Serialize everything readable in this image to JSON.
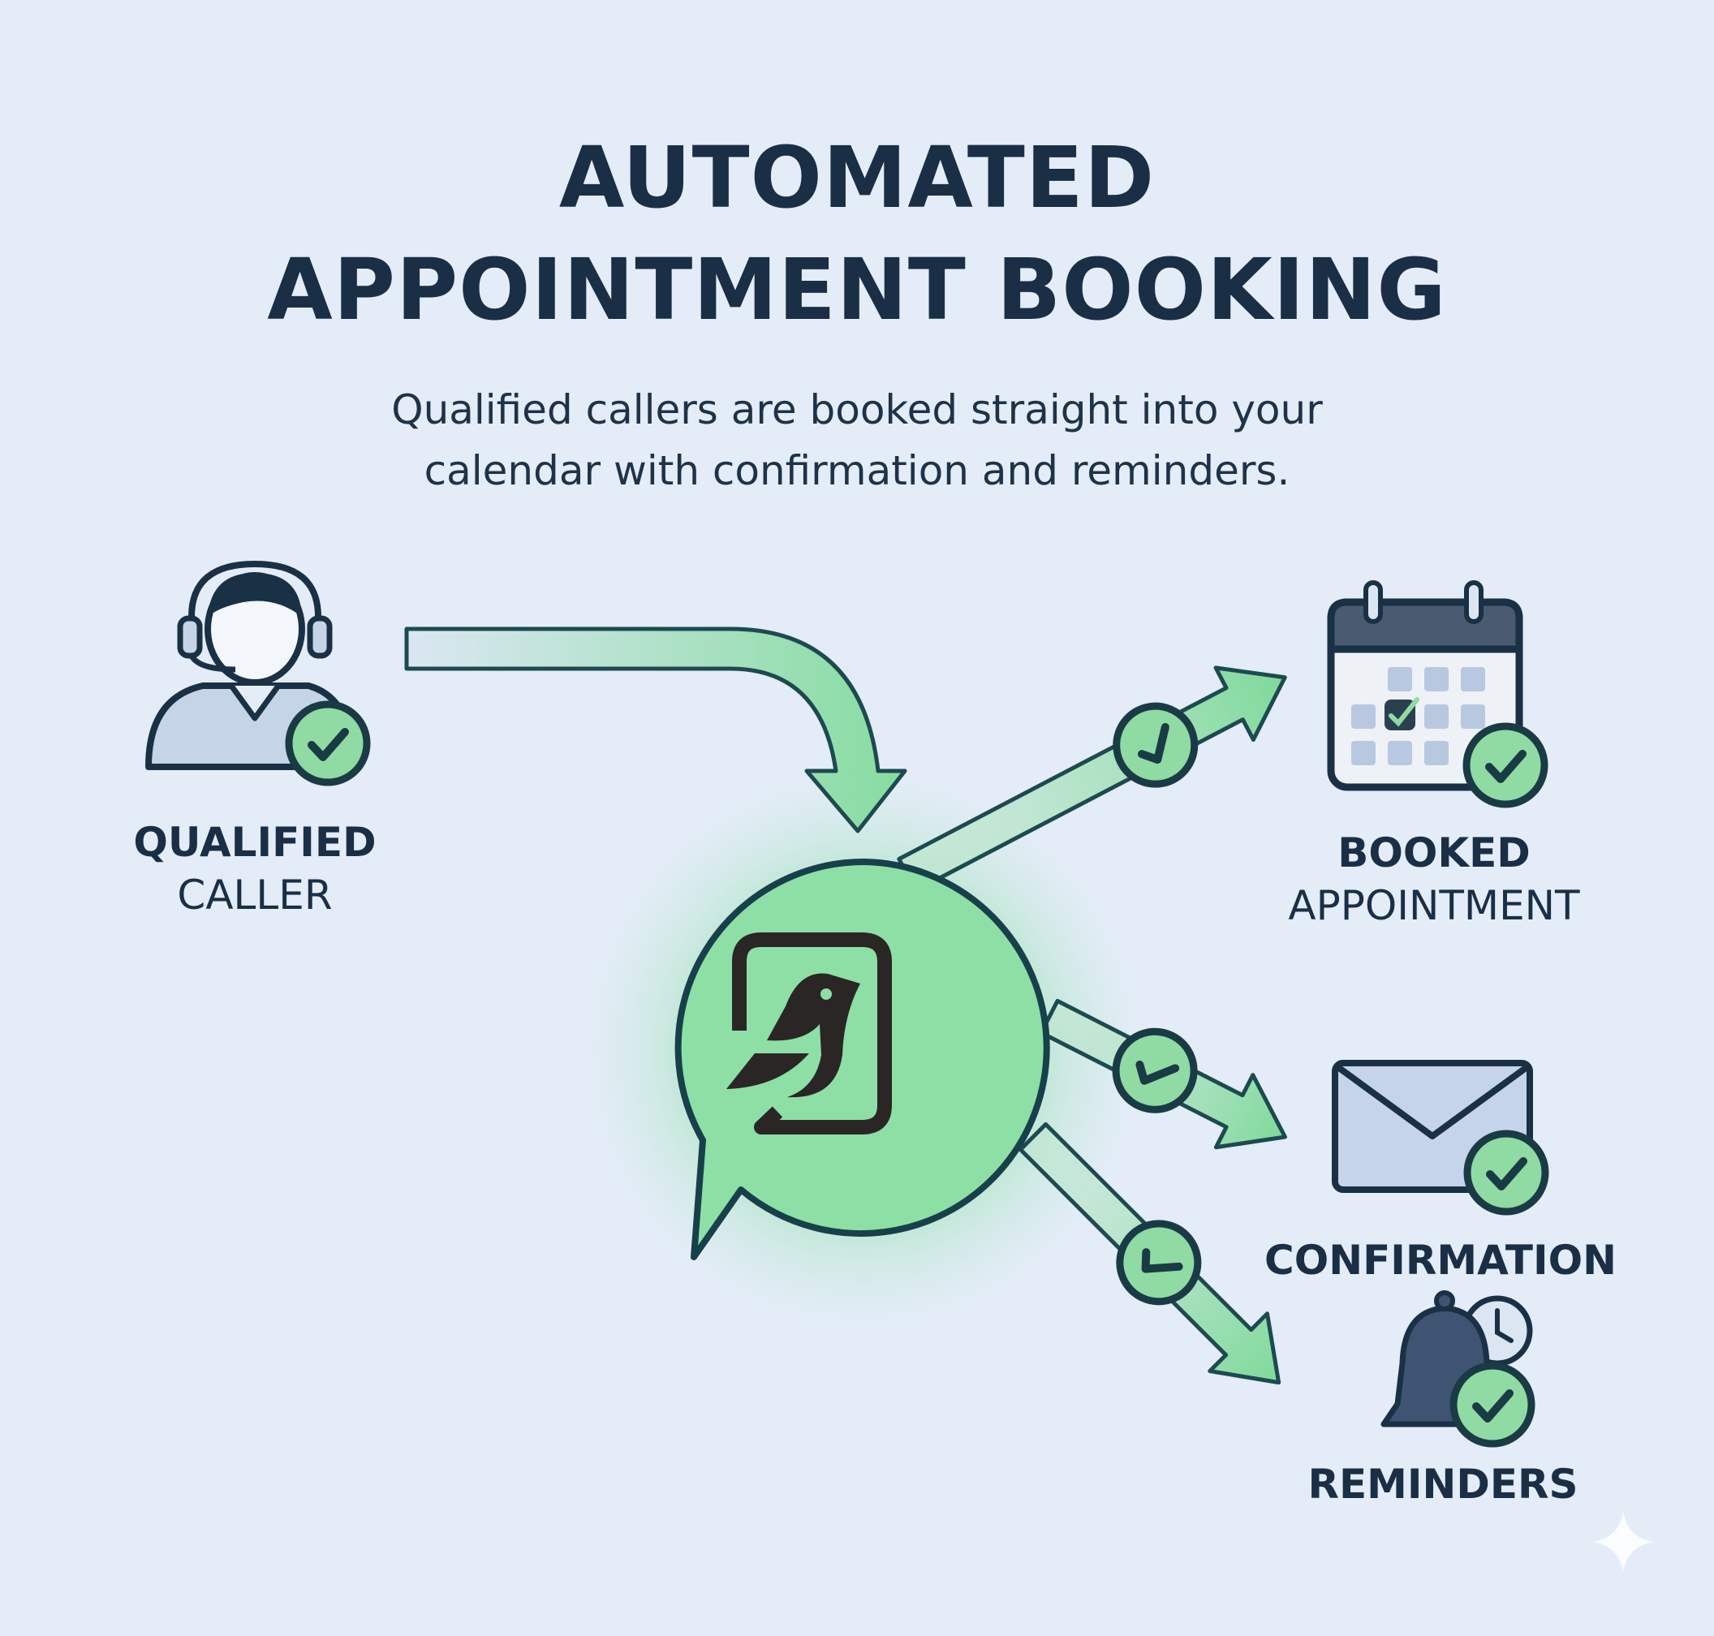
{
  "title": {
    "line1": "AUTOMATED",
    "line2": "APPOINTMENT BOOKING"
  },
  "subtitle": {
    "line1": "Qualified callers are booked straight into your",
    "line2": "calendar with confirmation and reminders."
  },
  "nodes": {
    "caller": {
      "bold": "QUALIFIED",
      "regular": "CALLER",
      "icon": "headset-agent-icon"
    },
    "hub": {
      "icon": "bird-chat-logo-icon"
    },
    "booked": {
      "bold": "BOOKED",
      "regular": "APPOINTMENT",
      "icon": "calendar-icon"
    },
    "confirmation": {
      "bold": "CONFIRMATION",
      "icon": "envelope-icon"
    },
    "reminders": {
      "bold": "REMINDERS",
      "icon": "bell-clock-icon"
    }
  },
  "colors": {
    "background": "#e3ecf7",
    "accent": "#7fd99a",
    "dark": "#1a2f45",
    "outline": "#1d4a50"
  }
}
